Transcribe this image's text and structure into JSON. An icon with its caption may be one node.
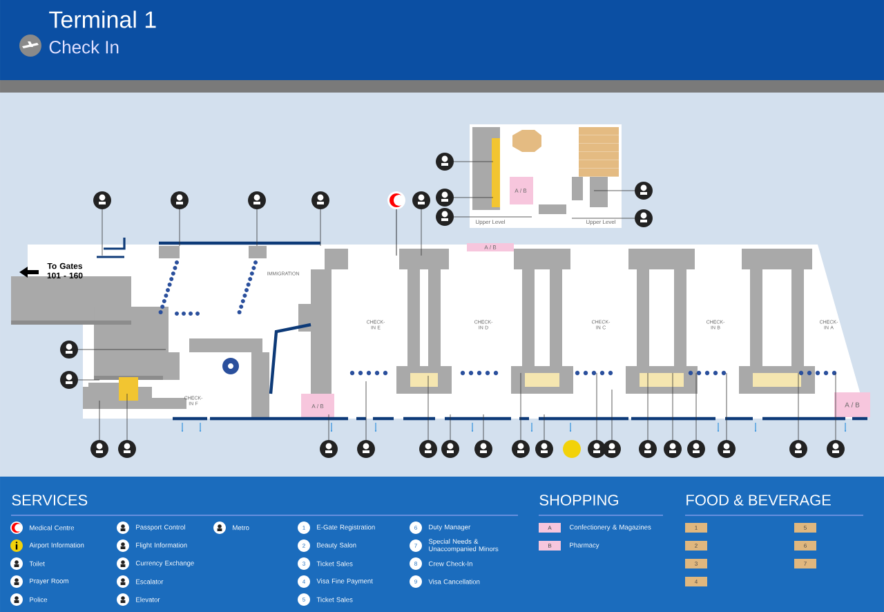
{
  "diagram": {
    "title": "Terminal 1",
    "caption": "Check In",
    "labels": [
      "Upper Level",
      "Upper Level",
      "A / B",
      "A / B",
      "To Gates 101 - 160",
      "IMMIGRATION",
      "CHECK-IN E",
      "CHECK-IN D",
      "CHECK-IN C",
      "CHECK-IN B",
      "CHECK-IN A",
      "CHECK-IN F",
      "A / B",
      "A / B",
      "SERVICES",
      "1",
      "2",
      "3",
      "4",
      "5",
      "6",
      "7",
      "8",
      "9",
      "SHOPPING",
      "A",
      "B",
      "FOOD & BEVERAGE",
      "1",
      "2",
      "3",
      "4",
      "5",
      "6",
      "7"
    ],
    "legend": [
      {
        "text": "Medical Centre"
      },
      {
        "text": "Airport Information"
      },
      {
        "text": "Toilet"
      },
      {
        "text": "Prayer Room"
      },
      {
        "text": "Police"
      },
      {
        "text": "Passport Control"
      },
      {
        "text": "Flight Information"
      },
      {
        "text": "Currency Exchange"
      },
      {
        "text": "Escalator"
      },
      {
        "text": "Elevator"
      },
      {
        "text": "Metro"
      },
      {
        "text": "E-Gate Registration"
      },
      {
        "text": "Beauty Salon"
      },
      {
        "text": "Ticket Sales"
      },
      {
        "text": "Visa Fine Payment"
      },
      {
        "text": "Ticket Sales"
      },
      {
        "text": "Duty Manager"
      },
      {
        "text": "Special Needs & Unaccompanied Minors"
      },
      {
        "text": "Crew Check-In"
      },
      {
        "text": "Visa Cancellation"
      },
      {
        "text": "Confectionery & Magazines",
        "color": "#f7c6dd"
      },
      {
        "text": "Pharmacy",
        "color": "#f7c6dd"
      }
    ]
  }
}
